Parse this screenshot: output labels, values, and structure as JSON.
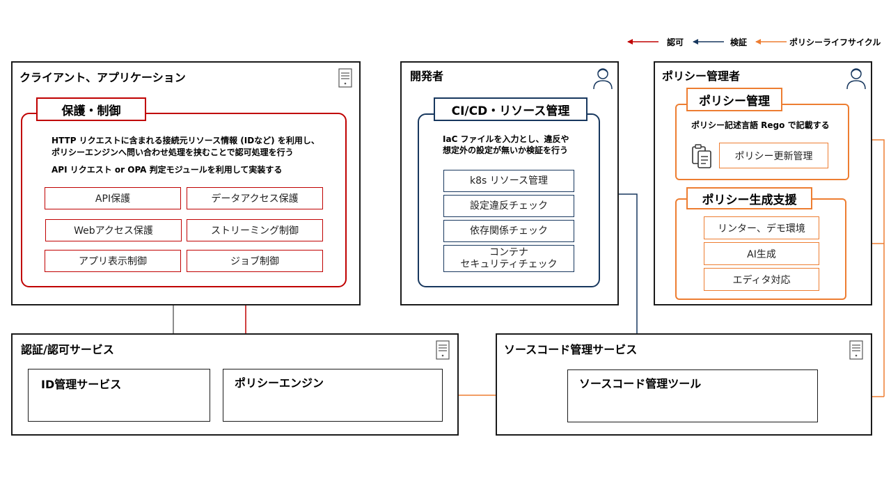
{
  "legend": {
    "authorization": "認可",
    "verification": "検証",
    "policy_lifecycle": "ポリシーライフサイクル"
  },
  "colors": {
    "authorization": "#c00000",
    "verification": "#17375e",
    "policy_lifecycle": "#ed7d31",
    "border": "#1a1a1a"
  },
  "client_app": {
    "title": "クライアント、アプリケーション",
    "icon": "server-icon",
    "protection": {
      "tag": "保護・制御",
      "desc_line1": "HTTP リクエストに含まれる接続元リソース情報 (IDなど) を利用し、",
      "desc_line2": "ポリシーエンジンへ問い合わせ処理を挟むことで認可処理を行う",
      "desc_line3": "API リクエスト or OPA 判定モジュールを利用して実装する",
      "items": [
        "API保護",
        "データアクセス保護",
        "Webアクセス保護",
        "ストリーミング制御",
        "アプリ表示制御",
        "ジョブ制御"
      ]
    }
  },
  "developer": {
    "title": "開発者",
    "icon": "person-icon",
    "cicd": {
      "tag": "CI/CD・リソース管理",
      "desc_line1": "IaC ファイルを入力とし、違反や",
      "desc_line2": "想定外の設定が無いか検証を行う",
      "items": [
        "k8s リソース管理",
        "設定違反チェック",
        "依存関係チェック"
      ],
      "container_line1": "コンテナ",
      "container_line2": "セキュリティチェック"
    }
  },
  "policy_admin": {
    "title": "ポリシー管理者",
    "icon": "person-icon",
    "management": {
      "tag": "ポリシー管理",
      "desc": "ポリシー記述言語 Rego で記載する",
      "icon": "document-icon",
      "item": "ポリシー更新管理"
    },
    "generation": {
      "tag": "ポリシー生成支援",
      "items": [
        "リンター、デモ環境",
        "AI生成",
        "エディタ対応"
      ]
    }
  },
  "auth_service": {
    "title": "認証/認可サービス",
    "icon": "server-icon",
    "id_service": "ID管理サービス",
    "policy_engine": "ポリシーエンジン"
  },
  "source_service": {
    "title": "ソースコード管理サービス",
    "icon": "server-icon",
    "tool": "ソースコード管理ツール"
  }
}
